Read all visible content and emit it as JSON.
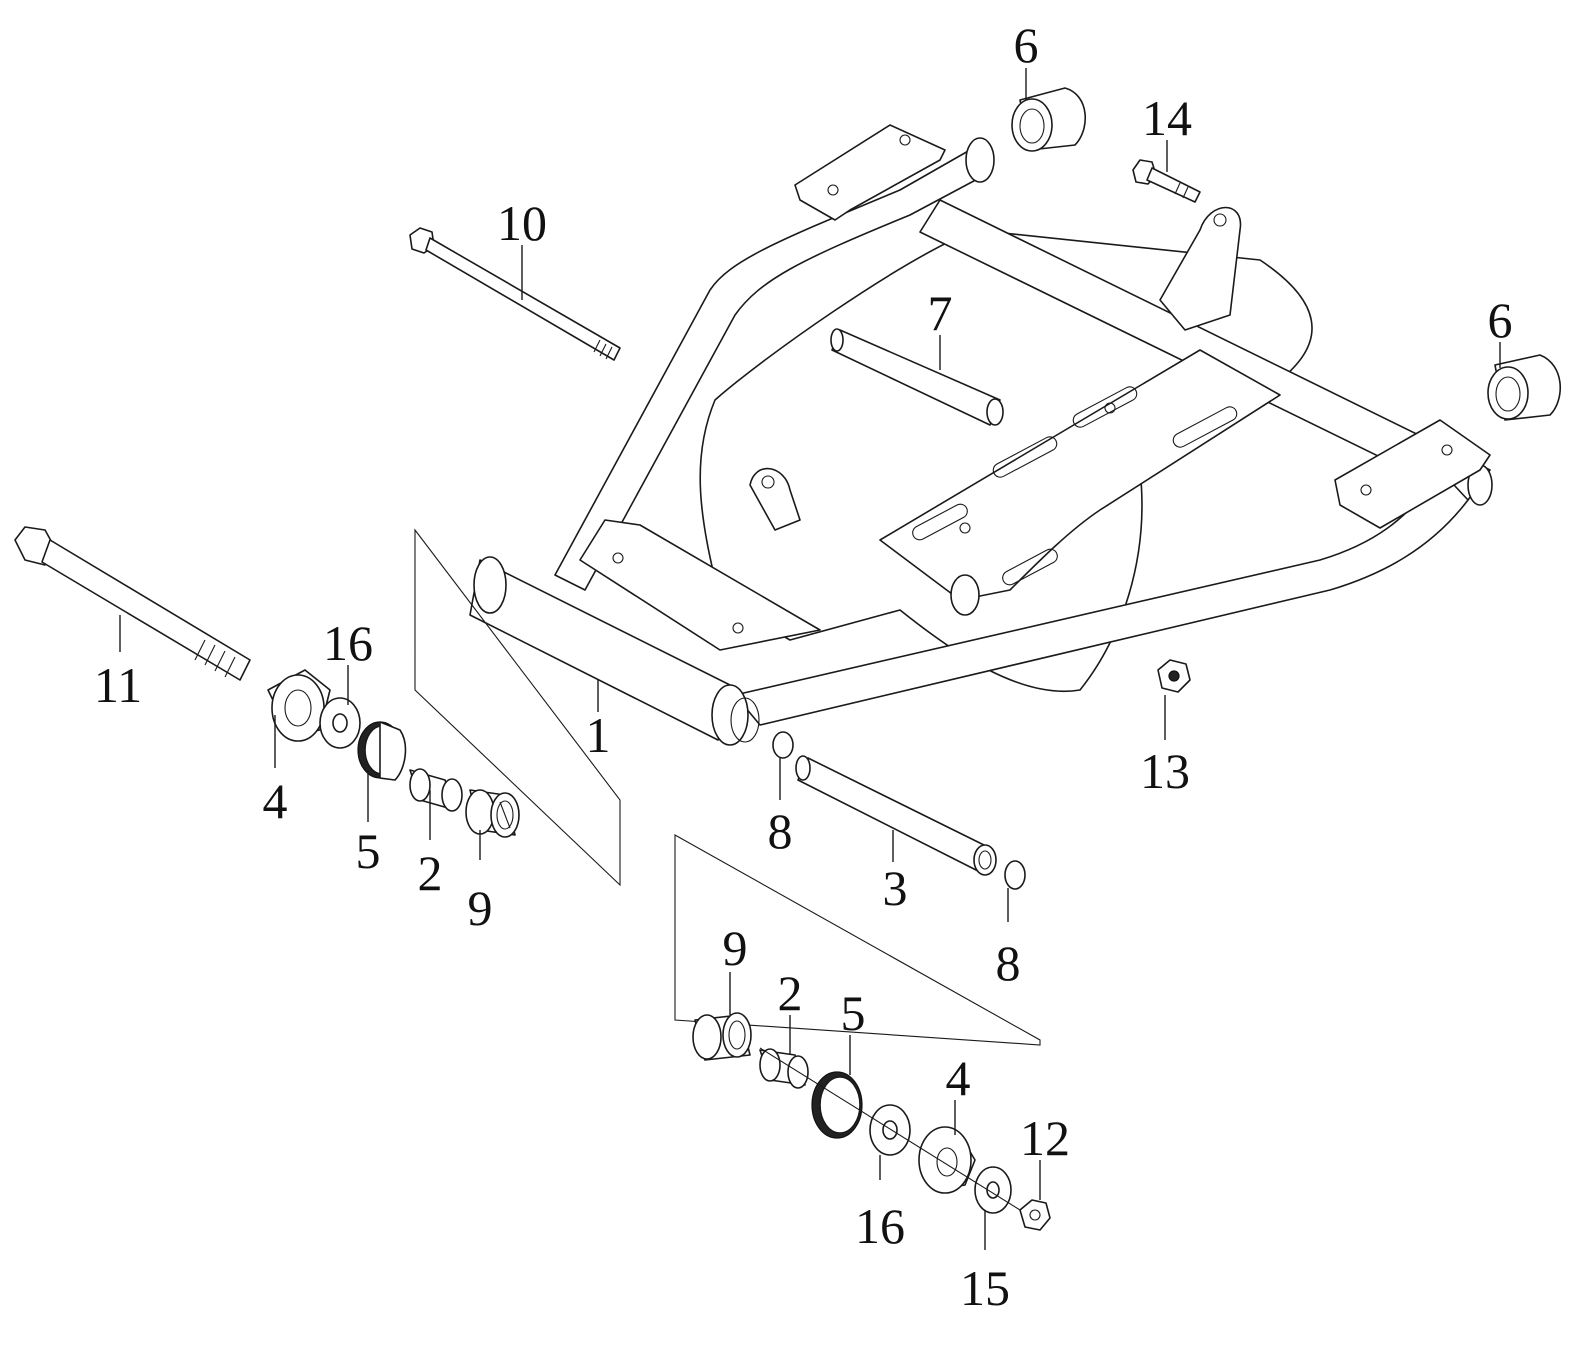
{
  "callouts": [
    {
      "id": "c6a",
      "text": "6"
    },
    {
      "id": "c14",
      "text": "14"
    },
    {
      "id": "c10",
      "text": "10"
    },
    {
      "id": "c7",
      "text": "7"
    },
    {
      "id": "c6b",
      "text": "6"
    },
    {
      "id": "c11",
      "text": "11"
    },
    {
      "id": "c16a",
      "text": "16"
    },
    {
      "id": "c1",
      "text": "1"
    },
    {
      "id": "c4a",
      "text": "4"
    },
    {
      "id": "c5a",
      "text": "5"
    },
    {
      "id": "c2a",
      "text": "2"
    },
    {
      "id": "c9a",
      "text": "9"
    },
    {
      "id": "c8a",
      "text": "8"
    },
    {
      "id": "c3",
      "text": "3"
    },
    {
      "id": "c13",
      "text": "13"
    },
    {
      "id": "c8b",
      "text": "8"
    },
    {
      "id": "c9b",
      "text": "9"
    },
    {
      "id": "c2b",
      "text": "2"
    },
    {
      "id": "c5b",
      "text": "5"
    },
    {
      "id": "c4b",
      "text": "4"
    },
    {
      "id": "c12",
      "text": "12"
    },
    {
      "id": "c16b",
      "text": "16"
    },
    {
      "id": "c15",
      "text": "15"
    }
  ]
}
